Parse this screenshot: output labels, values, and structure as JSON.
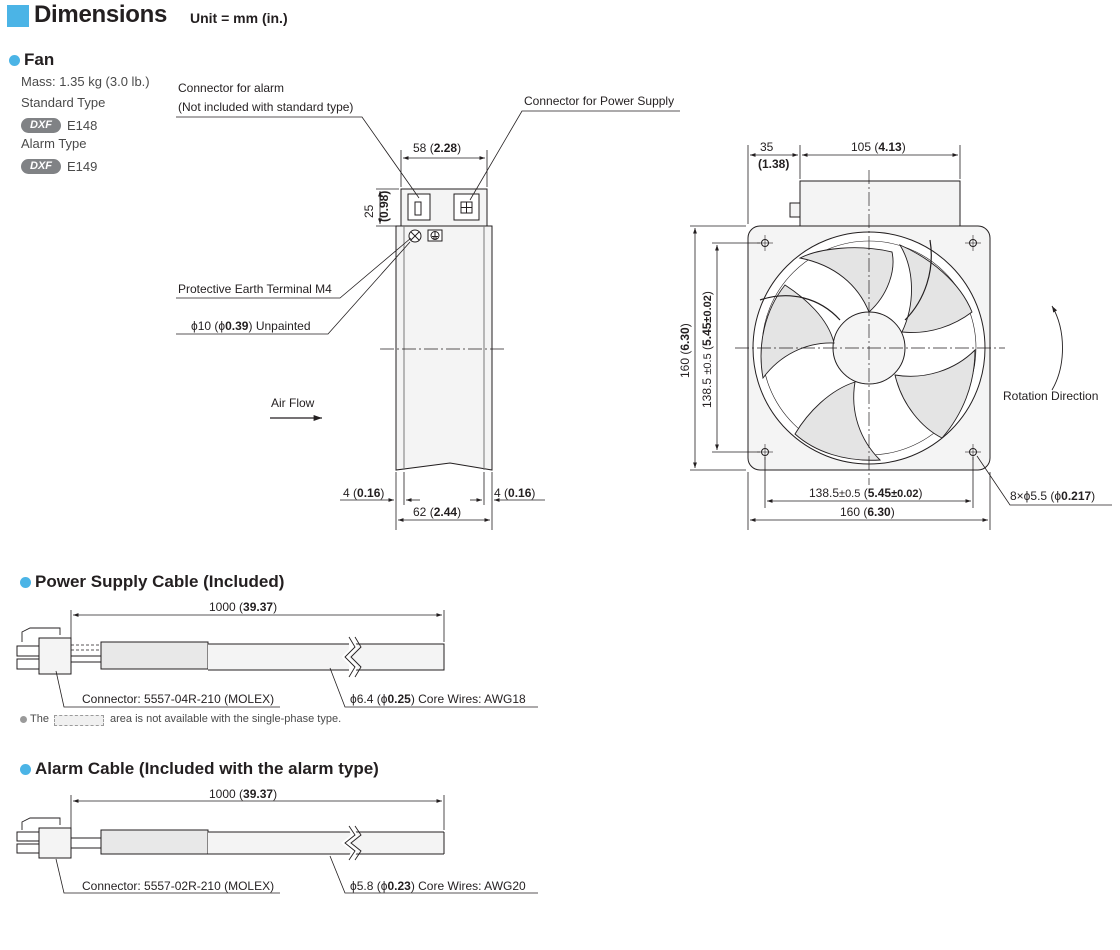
{
  "header": {
    "title": "Dimensions",
    "unit": "Unit = mm (in.)"
  },
  "fan": {
    "title": "Fan",
    "mass": "Mass: 1.35 kg (3.0 lb.)",
    "standard_type": "Standard Type",
    "standard_code": "E148",
    "alarm_type": "Alarm Type",
    "alarm_code": "E149",
    "badge": "DXF",
    "labels": {
      "connector_alarm_1": "Connector for alarm",
      "connector_alarm_2": "(Not included with standard type)",
      "connector_power": "Connector for Power Supply",
      "pe_terminal": "Protective Earth Terminal M4",
      "unpainted_pre": "ϕ10 (ϕ",
      "unpainted_bold": "0.39",
      "unpainted_post": ") Unpainted",
      "air_flow": "Air Flow",
      "rotation": "Rotation Direction"
    },
    "dims": {
      "w58": "58",
      "w58_in": "2.28",
      "h25": "25",
      "h25_in": "0.98",
      "d4": "4",
      "d4_in": "0.16",
      "d62": "62",
      "d62_in": "2.44",
      "d35": "35",
      "d35_in": "1.38",
      "d105": "105",
      "d105_in": "4.13",
      "d160": "160",
      "d160_in": "6.30",
      "d1385": "138.5",
      "tol": "±0.5",
      "d1385_in": "5.45",
      "tol_in": "±0.02",
      "holes_pre": "8×ϕ5.5 (ϕ",
      "holes_bold": "0.217",
      "holes_post": ")"
    }
  },
  "power_cable": {
    "title": "Power Supply Cable (Included)",
    "length": "1000",
    "length_in": "39.37",
    "connector": "Connector: 5557-04R-210 (MOLEX)",
    "wire_pre": "ϕ6.4 (ϕ",
    "wire_bold": "0.25",
    "wire_post": ") Core Wires: AWG18",
    "note_pre": "The",
    "note_post": "area is not available with the single-phase type."
  },
  "alarm_cable": {
    "title": "Alarm Cable (Included with the alarm type)",
    "length": "1000",
    "length_in": "39.37",
    "connector": "Connector: 5557-02R-210 (MOLEX)",
    "wire_pre": "ϕ5.8 (ϕ",
    "wire_bold": "0.23",
    "wire_post": ") Core Wires: AWG20"
  }
}
